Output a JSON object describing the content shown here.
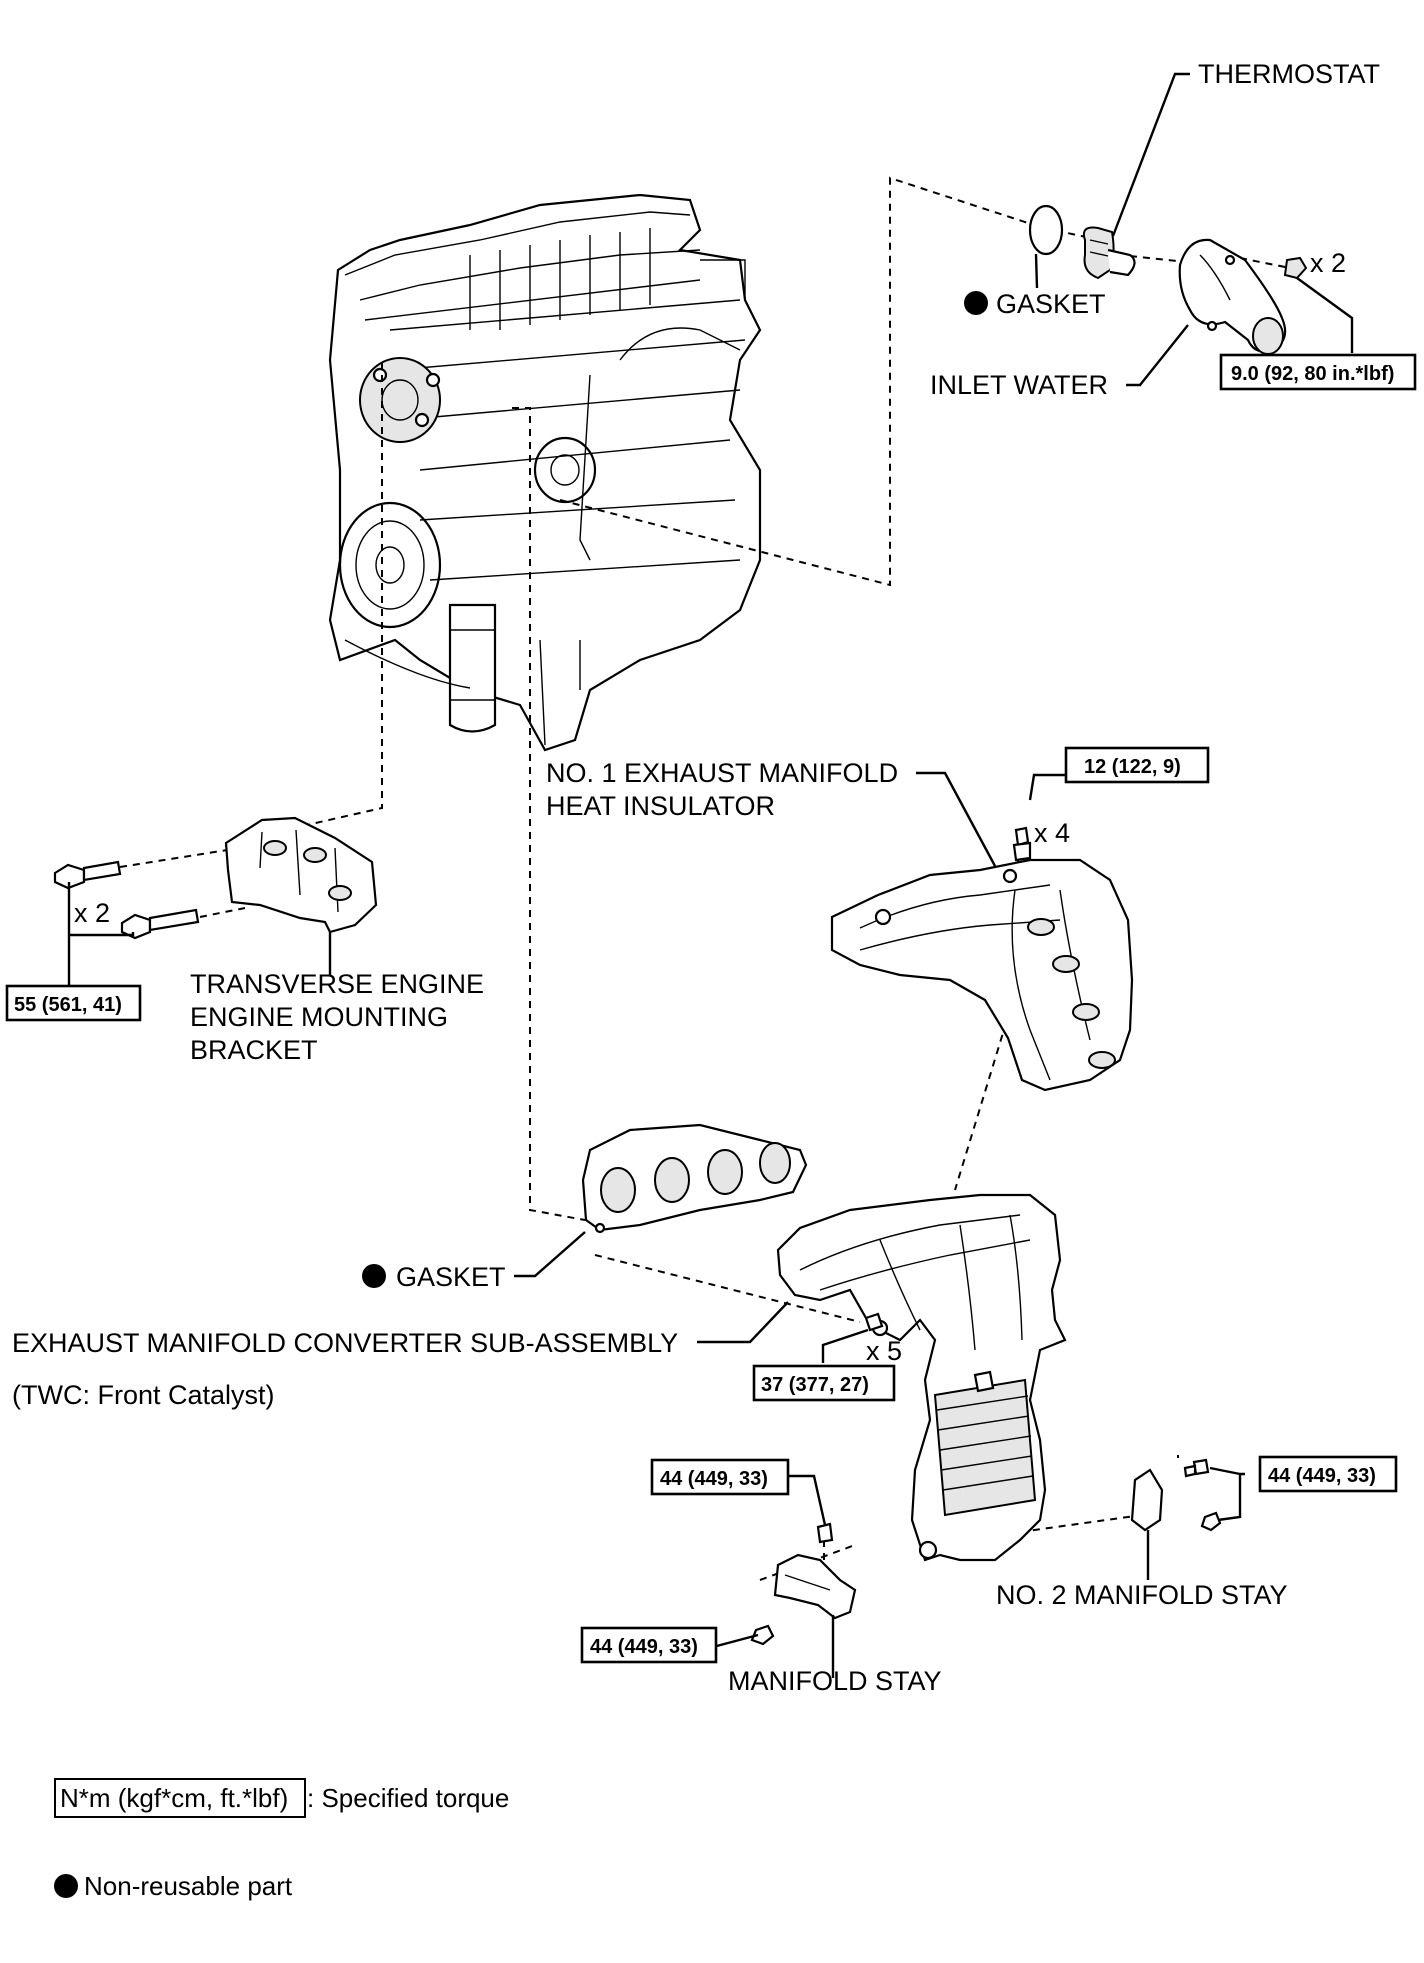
{
  "parts": {
    "thermostat": "THERMOSTAT",
    "gasket_top": "GASKET",
    "inlet_water": "INLET WATER",
    "exhaust_insulator_line1": "NO. 1 EXHAUST MANIFOLD",
    "exhaust_insulator_line2": "HEAT INSULATOR",
    "mount_bracket_line1": "TRANSVERSE ENGINE",
    "mount_bracket_line2": "ENGINE MOUNTING",
    "mount_bracket_line3": "BRACKET",
    "gasket_manifold": "GASKET",
    "converter": "EXHAUST MANIFOLD CONVERTER SUB-ASSEMBLY",
    "converter_note": "(TWC: Front Catalyst)",
    "manifold_stay_2": "NO. 2 MANIFOLD STAY",
    "manifold_stay": "MANIFOLD STAY"
  },
  "torques": {
    "inlet_water": "9.0 (92, 80 in.*lbf)",
    "insulator": "12 (122, 9)",
    "mount_bracket": "55 (561, 41)",
    "converter": "37 (377, 27)",
    "stay_bolt": "44 (449, 33)",
    "stay_nut": "44 (449, 33)",
    "stay2": "44 (449, 33)"
  },
  "quantities": {
    "inlet_water": "x 2",
    "insulator": "x 4",
    "mount_bracket": "x 2",
    "converter": "x 5"
  },
  "legend": {
    "torque_box": "N*m (kgf*cm, ft.*lbf)",
    "torque_desc": ": Specified torque",
    "nonreusable": "Non-reusable part"
  },
  "colors": {
    "line": "#000000",
    "background": "#ffffff",
    "part_shade": "#e6e6e6"
  }
}
